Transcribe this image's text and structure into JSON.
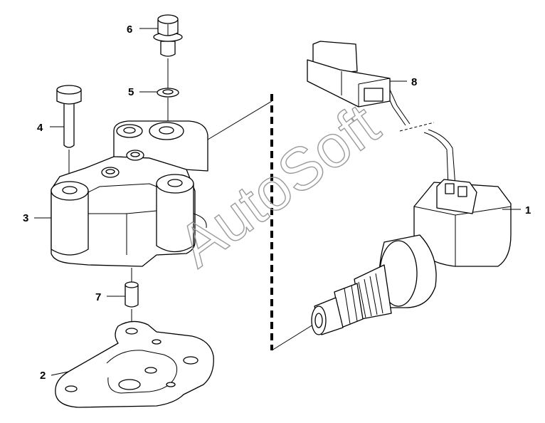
{
  "callouts": {
    "c1": "1",
    "c2": "2",
    "c3": "3",
    "c4": "4",
    "c5": "5",
    "c6": "6",
    "c7": "7",
    "c8": "8"
  },
  "watermark": "AutoSoft",
  "colors": {
    "ink": "#000000",
    "watermark": "#9a9a9a",
    "background": "#ffffff"
  }
}
